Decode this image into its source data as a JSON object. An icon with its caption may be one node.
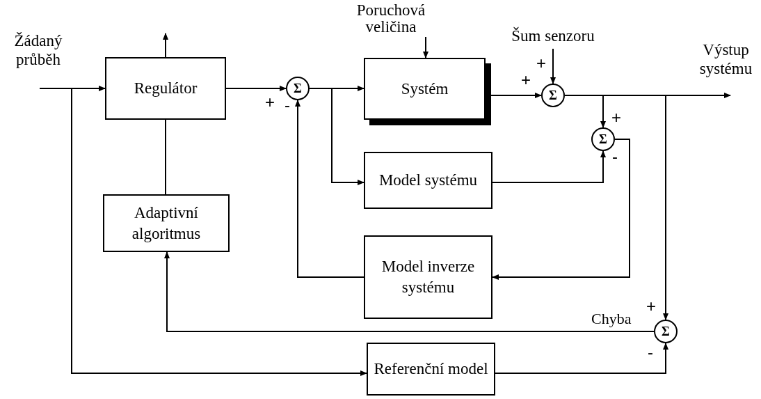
{
  "diagram": {
    "nodes": [
      {
        "text": [
          "Žádaný průběh"
        ]
      },
      {
        "text": [
          "Regulátor"
        ]
      },
      {
        "text": [
          "Σ"
        ]
      },
      {
        "text": [
          "Poruchová veličina"
        ]
      },
      {
        "text": [
          "Systém"
        ]
      },
      {
        "text": [
          "Šum senzoru"
        ]
      },
      {
        "text": [
          "Σ"
        ]
      },
      {
        "text": [
          "Výstup systému"
        ]
      },
      {
        "text": [
          "Σ"
        ]
      },
      {
        "text": [
          "Model systému"
        ]
      },
      {
        "text": [
          "Adaptivní algoritmus"
        ]
      },
      {
        "text": [
          "Model inverze systému"
        ]
      },
      {
        "text": [
          "Σ"
        ]
      },
      {
        "text": [
          "Referenční model"
        ]
      }
    ],
    "edges": [
      {
        "from": 0,
        "to": 1,
        "arrow": "to"
      },
      {
        "from": 1,
        "to": null,
        "arrow": "to"
      },
      {
        "from": 1,
        "to": 2,
        "arrow": "to"
      },
      {
        "from": 2,
        "to": 4,
        "arrow": "to"
      },
      {
        "from": 2,
        "to": 9,
        "arrow": "to"
      },
      {
        "from": 3,
        "to": 4,
        "arrow": "to"
      },
      {
        "from": 4,
        "to": 6,
        "arrow": "to"
      },
      {
        "from": 5,
        "to": 6,
        "arrow": "to"
      },
      {
        "from": 6,
        "to": 7,
        "arrow": "to"
      },
      {
        "from": 6,
        "to": 8,
        "arrow": "to"
      },
      {
        "from": 9,
        "to": 8,
        "arrow": "to"
      },
      {
        "from": 8,
        "to": 11,
        "arrow": "to"
      },
      {
        "from": 11,
        "to": 2,
        "arrow": "to"
      },
      {
        "from": 6,
        "to": 12,
        "arrow": "to"
      },
      {
        "from": 12,
        "to": 10,
        "arrow": "to",
        "label": "Chyba"
      },
      {
        "from": 0,
        "to": 13,
        "arrow": "to"
      },
      {
        "from": 13,
        "to": 12,
        "arrow": "to"
      },
      {
        "from": 10,
        "to": 1,
        "arrow": "none"
      }
    ],
    "labels": [
      "+",
      "+",
      "+",
      "-",
      "+",
      "-",
      "+",
      "-"
    ]
  }
}
